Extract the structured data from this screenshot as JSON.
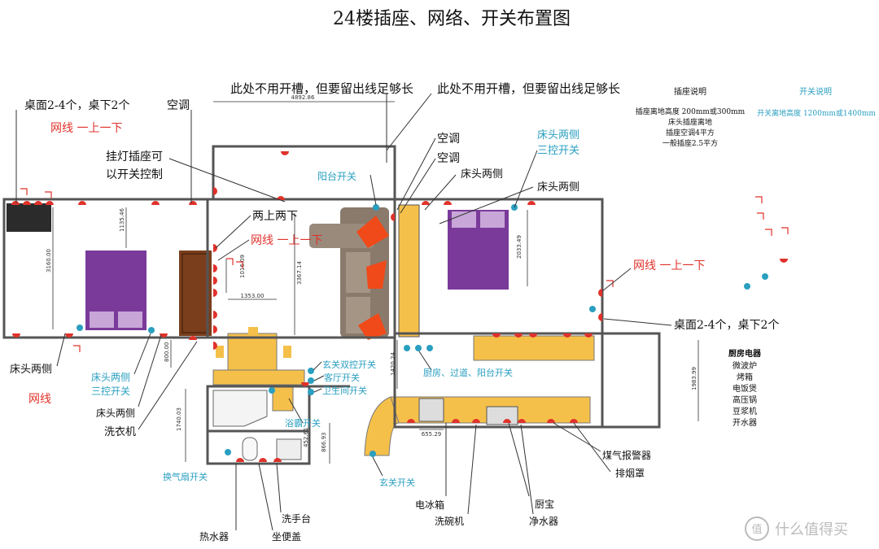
{
  "title": "24楼插座、网络、开关布置图",
  "notes": {
    "no_slot_1": "此处不用开槽，但要留出线足够长",
    "no_slot_2": "此处不用开槽，但要留出线足够长",
    "aircon_1": "空调",
    "aircon_2": "空调",
    "aircon_3": "空调",
    "lamp_switch": "挂灯插座可\n以开关控制",
    "desk_left": "桌面2-4个，桌下2个",
    "net_left": "网线 一上一下",
    "two_up_down": "两上两下",
    "net_mid": "网线 一上一下",
    "balcony_switch": "阳台开关",
    "bedside_triple_r": "床头两侧\n三控开关",
    "bedside_r1": "床头两侧",
    "bedside_r2": "床头两侧",
    "net_right": "网线 一上一下",
    "desk_right": "桌面2-4个，桌下2个",
    "bedside_l1": "床头两侧",
    "net_left2": "网线",
    "bedside_triple_l": "床头两侧\n三控开关",
    "bedside_l2": "床头两侧",
    "washer": "洗衣机",
    "fan_switch": "换气扇开关",
    "water_heater": "热水器",
    "toilet_lid": "坐便盖",
    "sink": "洗手台",
    "bath_heater_switch": "浴霸开关",
    "entry_dual_switch": "玄关双控开关",
    "living_switch": "客厅开关",
    "bath_switch": "卫生间开关",
    "entry_switch": "玄关开关",
    "kitchen_switch": "厨房、过道、阳台开关",
    "fridge": "电冰箱",
    "dishwasher": "洗碗机",
    "chubao": "厨宝",
    "purifier": "净水器",
    "gas_alarm": "煤气报警器",
    "hood": "排烟罩"
  },
  "socket_notes": {
    "heading": "插座说明",
    "lines": [
      "插座离地高度 200mm或300mm",
      "床头插座离地",
      "插座空调4平方",
      "一般插座2.5平方"
    ]
  },
  "switch_notes": {
    "heading": "开关说明",
    "line": "开关离地高度 1200mm或1400mm"
  },
  "kitchen_appliances": {
    "heading": "厨房电器",
    "items": [
      "微波炉",
      "烤箱",
      "电饭煲",
      "高压锅",
      "豆浆机",
      "开水器"
    ]
  },
  "dimensions": {
    "d4892": "4892.86",
    "d3160": "3160.00",
    "d1135": "1135.46",
    "d1016": "1016.09",
    "d1353": "1353.00",
    "d3367": "3367.14",
    "d2033": "2033.49",
    "d800": "800.00",
    "d1420": "1420.24",
    "d1740": "1740.03",
    "d1983": "1983.99",
    "d655": "655.29",
    "d866": "866.93",
    "d452": "452.61"
  },
  "watermark": "值 什么值得买",
  "colors": {
    "socket": "#e0322b",
    "switch": "#2a9fc0",
    "bed": "#7a3a9a",
    "cabinet": "#f5c04a",
    "sofa": "#8a7a6c",
    "pillow": "#f04a1a"
  }
}
